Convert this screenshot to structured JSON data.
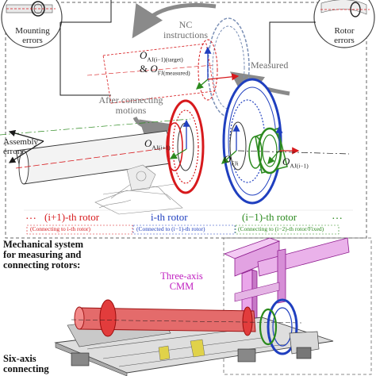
{
  "colors": {
    "red": "#d7191c",
    "blue": "#1f3fbf",
    "green": "#2b8a1e",
    "purple": "#c020c0",
    "gray": "#8a8a8a",
    "dark": "#1a1a1a"
  },
  "labels": {
    "mounting_errors_1": "Mounting",
    "mounting_errors_2": "errors",
    "rotor_errors_1": "Rotor",
    "rotor_errors_2": "errors",
    "nc_1": "NC",
    "nc_2": "instructions",
    "measured": "Measured",
    "after_connecting_1": "After connecting",
    "after_connecting_2": "motions",
    "assembly_errors_1": "Assembly",
    "assembly_errors_2": "errors",
    "o_target_sub": "AJ(i−1)(target)",
    "o_measured_sub": "FJ(measured)",
    "o_aji1_sub": "AJ(i+1)",
    "o_fji_sub": "FJi",
    "o_aji_minus_sub": "AJ(i−1)",
    "o_letter": "O",
    "amp": "&",
    "rotor_i_plus": "(i+1)-th rotor",
    "rotor_i": "i-th rotor",
    "rotor_i_minus": "(i−1)-th rotor",
    "conn_i_plus": "(Connecting to i-th rotor)",
    "conn_i": "(Connected to (i−1)-th rotor)",
    "conn_i_minus": "(Connecting to (i−2)-th rotor/Fixed)",
    "dots_left": "…",
    "dots_right": "…",
    "mech_1": "Mechanical system",
    "mech_2": "for measuring and",
    "mech_3": "connecting rotors:",
    "cmm_1": "Three-axis",
    "cmm_2": "CMM",
    "six_axis_1": "Six-axis",
    "six_axis_2": "connecting"
  }
}
